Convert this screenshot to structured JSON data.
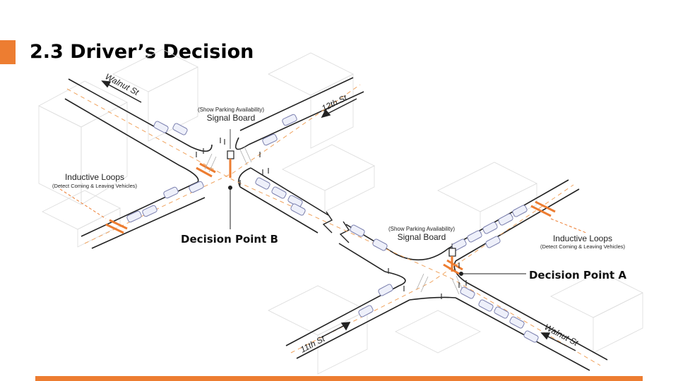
{
  "slide": {
    "title": "2.3 Driver’s Decision",
    "accent_color": "#ED7D31"
  },
  "diagram": {
    "streets": {
      "walnut_top": "Walnut St",
      "twelfth": "12th St",
      "eleventh": "11th St",
      "walnut_bottom": "Walnut St"
    },
    "intersection_b": {
      "board_note": "(Show Parking Availability)",
      "board_label": "Signal Board",
      "loops_label": "Inductive Loops",
      "loops_note": "(Detect Coming & Leaving Vehicles)",
      "decision_label": "Decision Point B"
    },
    "intersection_a": {
      "board_note": "(Show Parking Availability)",
      "board_label": "Signal Board",
      "loops_label": "Inductive Loops",
      "loops_note": "(Detect Coming & Leaving Vehicles)",
      "decision_label": "Decision Point A"
    }
  }
}
